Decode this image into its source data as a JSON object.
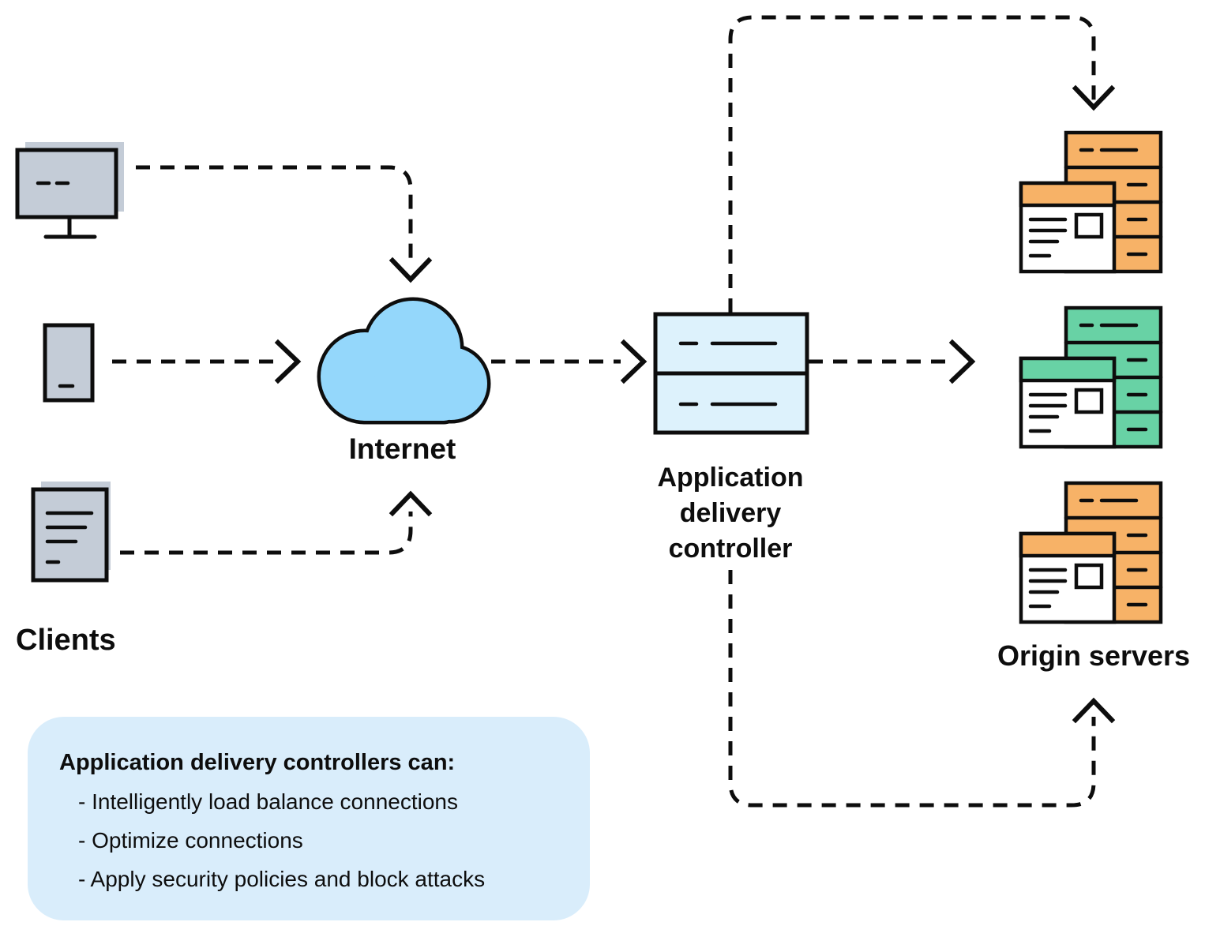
{
  "labels": {
    "clients": "Clients",
    "internet": "Internet",
    "adc": "Application delivery controller",
    "origin_servers": "Origin servers"
  },
  "info_box": {
    "title": "Application delivery controllers can:",
    "items": [
      "- Intelligently load balance connections",
      "- Optimize connections",
      "- Apply security policies and block attacks"
    ]
  },
  "icons": {
    "desktop": "desktop-computer-icon",
    "tablet": "tablet-icon",
    "document": "document-icon",
    "cloud": "internet-cloud-icon",
    "adc": "application-delivery-controller-icon",
    "server_top": "origin-server-stack-orange-icon",
    "server_middle": "origin-server-stack-green-icon",
    "server_bottom": "origin-server-stack-orange-icon"
  },
  "colors": {
    "cloud": "#94d7fb",
    "adc_box": "#ddf2fc",
    "server_orange": "#f7b267",
    "server_green": "#68d2a5",
    "client_gray": "#c4ccd7",
    "info_bg": "#d9edfb",
    "line": "#0d0d0d",
    "window_white": "#ffffff"
  }
}
